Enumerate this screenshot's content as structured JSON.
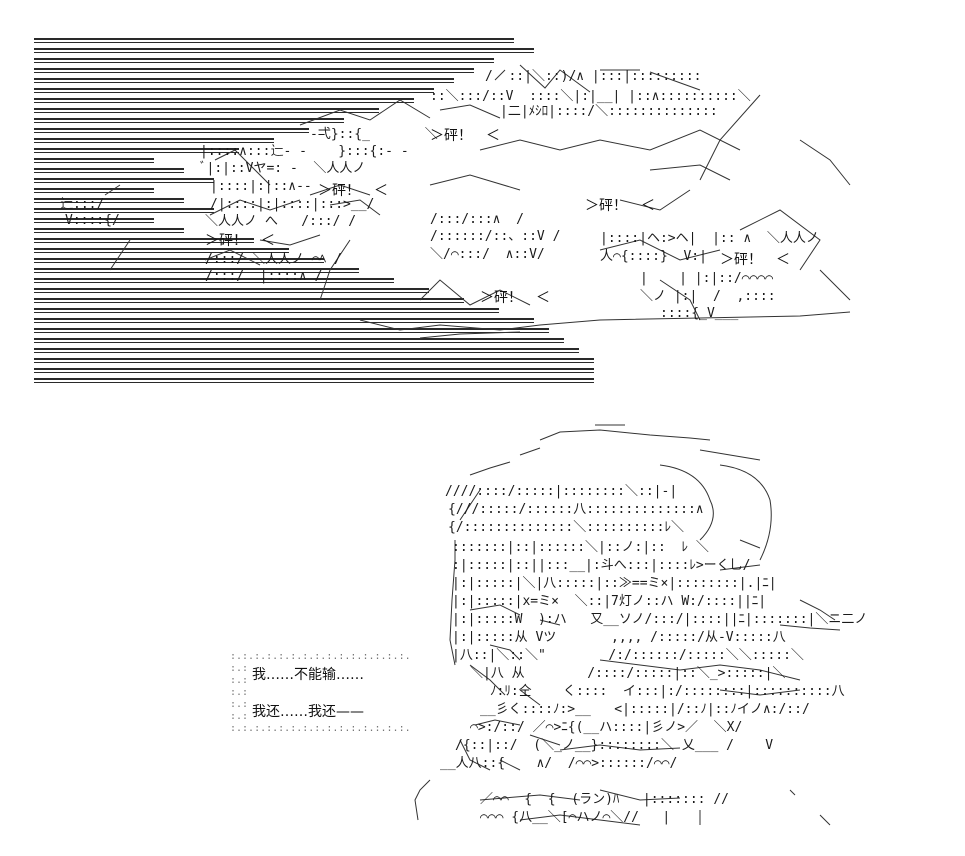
{
  "sfx": {
    "impact": "＞砰！　＜"
  },
  "speech": {
    "line1": "我……不能输……",
    "line2": "我还……我还——"
  },
  "speed_lines_count": 35
}
